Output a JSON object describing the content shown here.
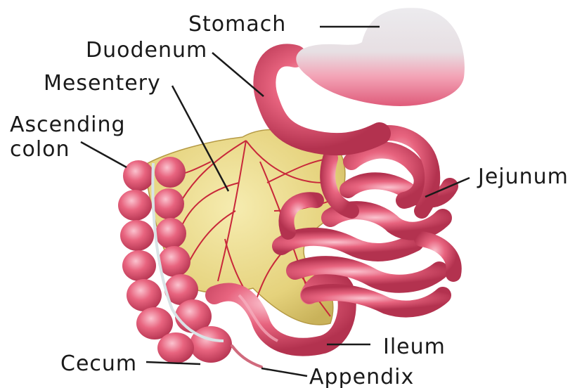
{
  "labels": {
    "stomach": "Stomach",
    "duodenum": "Duodenum",
    "mesentery": "Mesentery",
    "ascending_colon_line1": "Ascending",
    "ascending_colon_line2": "colon",
    "jejunum": "Jejunum",
    "ileum": "Ileum",
    "cecum": "Cecum",
    "appendix": "Appendix"
  },
  "colors": {
    "intestine": "#e35d7e",
    "intestine_highlight": "#f7a6b8",
    "intestine_shadow": "#b8334f",
    "mesentery": "#eede8a",
    "mesentery_shadow": "#c9b45c",
    "blood_vessel": "#c8283a",
    "stomach_fill": "#f08aa2",
    "stomach_top": "#e9e6ea"
  }
}
